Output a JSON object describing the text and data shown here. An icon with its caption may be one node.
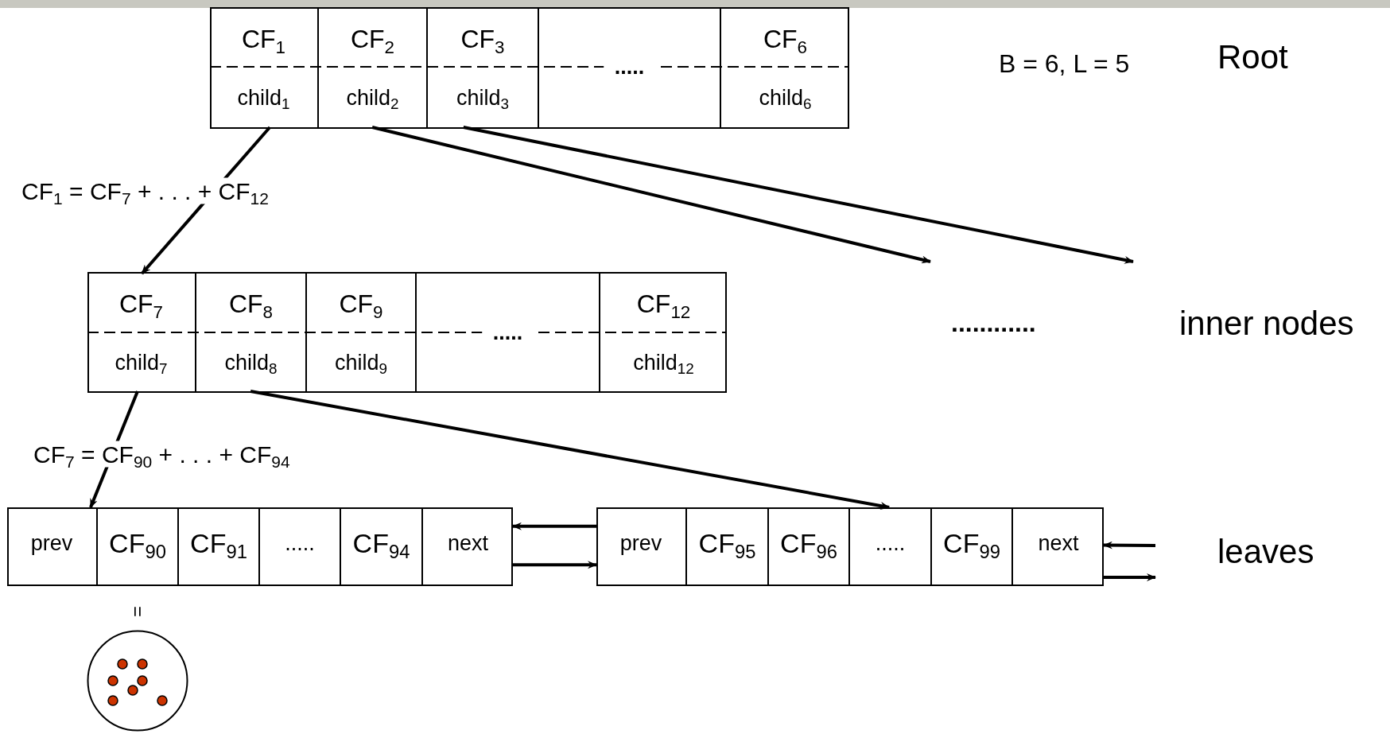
{
  "diagram": {
    "nodes": [
      {
        "text": [],
        "shape": "box"
      },
      {
        "text": [
          "CF$_{1}$",
          "child$_{1}$"
        ],
        "in": 0
      },
      {
        "text": [
          "CF$_{2}$",
          "child$_{2}$"
        ],
        "in": 0
      },
      {
        "text": [
          "CF$_{3}$",
          "child$_{3}$"
        ],
        "in": 0
      },
      {
        "text": [
          "....."
        ],
        "in": 0
      },
      {
        "text": [
          "CF$_{6}$",
          "child$_{6}$"
        ],
        "in": 0
      },
      {
        "text": [],
        "shape": "box"
      },
      {
        "text": [
          "CF$_{7}$",
          "child$_{7}$"
        ],
        "in": 6
      },
      {
        "text": [
          "CF$_{8}$",
          "child$_{8}$"
        ],
        "in": 6
      },
      {
        "text": [
          "CF$_{9}$",
          "child$_{9}$"
        ],
        "in": 6
      },
      {
        "text": [
          "....."
        ],
        "in": 6
      },
      {
        "text": [
          "CF$_{12}$",
          "child$_{12}$"
        ],
        "in": 6
      },
      {
        "text": [],
        "shape": "box"
      },
      {
        "text": [
          "prev"
        ],
        "in": 12
      },
      {
        "text": [
          "CF$_{90}$"
        ],
        "in": 12
      },
      {
        "text": [
          "CF$_{91}$"
        ],
        "in": 12
      },
      {
        "text": [
          "....."
        ],
        "in": 12
      },
      {
        "text": [
          "CF$_{94}$"
        ],
        "in": 12
      },
      {
        "text": [
          "next"
        ],
        "in": 12
      },
      {
        "text": [],
        "shape": "box"
      },
      {
        "text": [
          "prev"
        ],
        "in": 19
      },
      {
        "text": [
          "CF$_{95}$"
        ],
        "in": 19
      },
      {
        "text": [
          "CF$_{96}$"
        ],
        "in": 19
      },
      {
        "text": [
          "....."
        ],
        "in": 19
      },
      {
        "text": [
          "CF$_{99}$"
        ],
        "in": 19
      },
      {
        "text": [
          "next"
        ],
        "in": 19
      },
      {
        "text": [],
        "shape": "circle"
      }
    ],
    "edges": [
      {
        "from": 1,
        "to": 7,
        "arrow": "to"
      },
      {
        "from": 2,
        "to": null,
        "arrow": "to"
      },
      {
        "from": 3,
        "to": null,
        "arrow": "to"
      },
      {
        "from": 7,
        "to": 12,
        "arrow": "to"
      },
      {
        "from": 8,
        "to": 19,
        "arrow": "to"
      },
      {
        "from": 19,
        "to": 12,
        "arrow": "to"
      },
      {
        "from": 12,
        "to": 19,
        "arrow": "to"
      },
      {
        "from": null,
        "to": 19,
        "arrow": "to"
      },
      {
        "from": 19,
        "to": null,
        "arrow": "to"
      }
    ],
    "labels": [
      "B = 6, L = 5",
      "Root",
      "CF$_{1}$ = CF$_{7}$ + . . . + CF$_{12}$",
      "............",
      "inner nodes",
      "CF$_{7}$ = CF$_{90}$ + . . . + CF$_{94}$",
      "leaves",
      "="
    ]
  }
}
